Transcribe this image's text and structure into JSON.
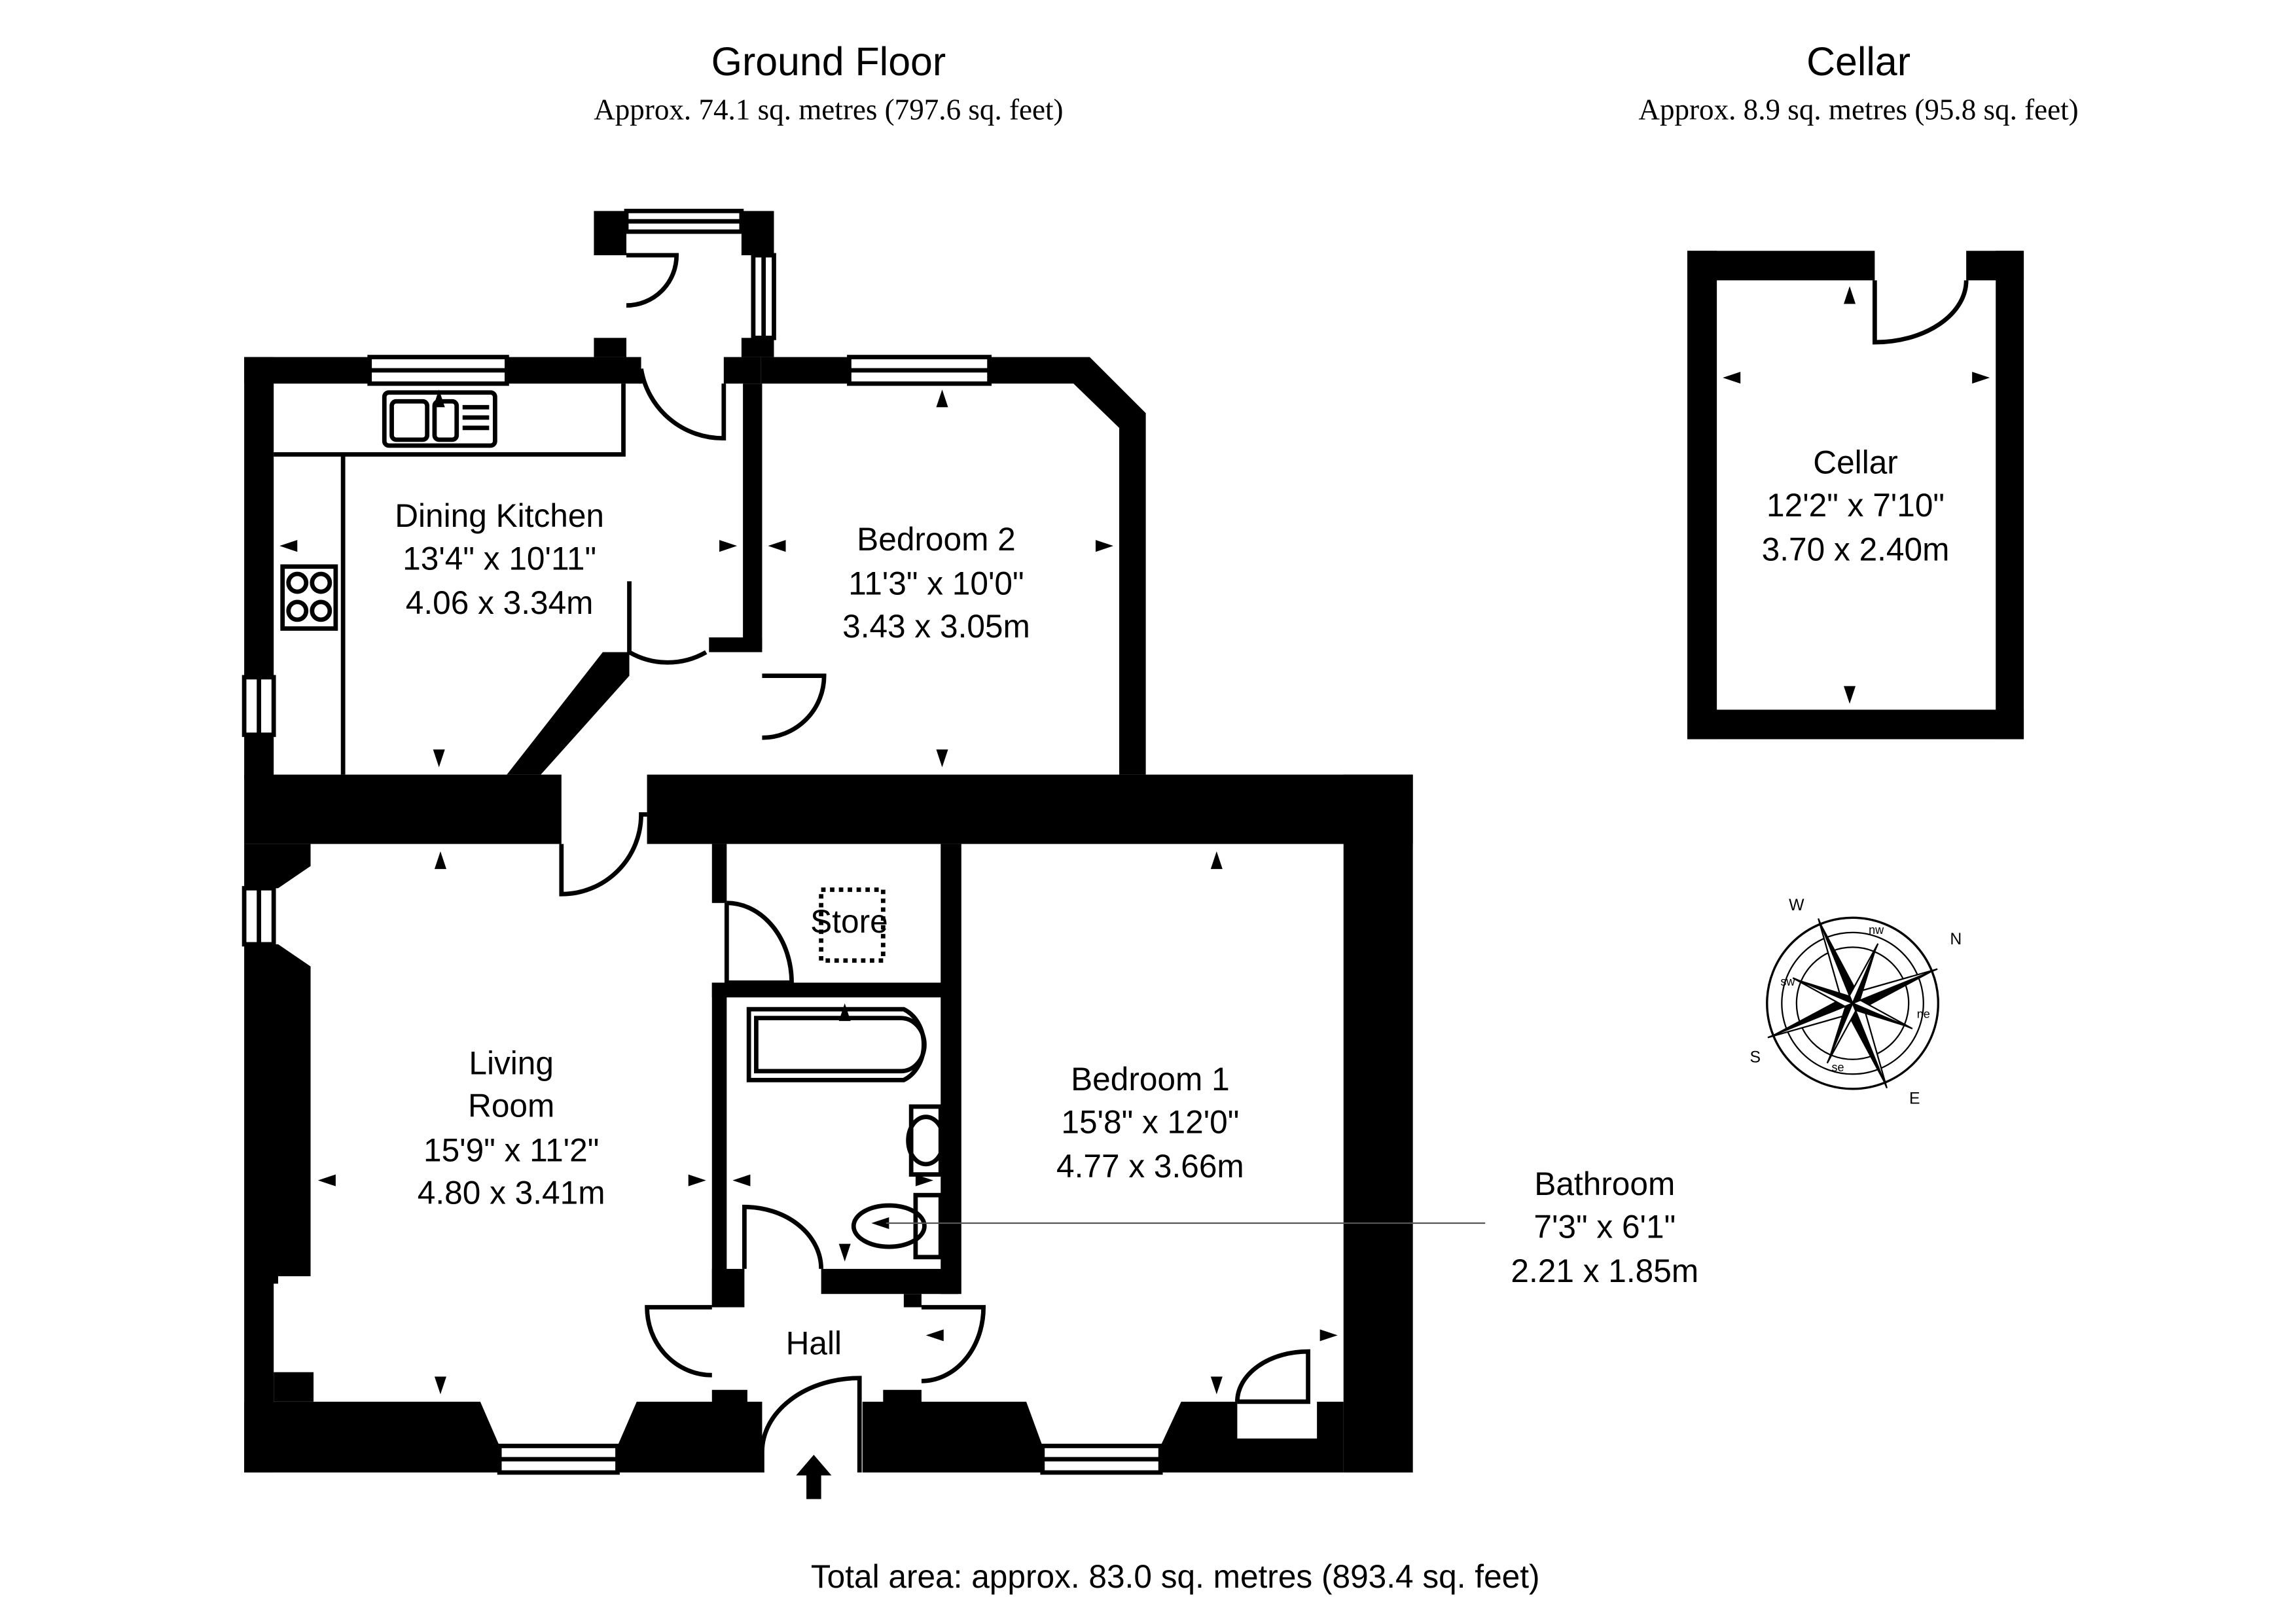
{
  "ground_floor": {
    "title": "Ground Floor",
    "area": "Approx. 74.1 sq. metres (797.6 sq. feet)"
  },
  "cellar_floor": {
    "title": "Cellar",
    "area": "Approx. 8.9 sq. metres (95.8 sq. feet)"
  },
  "rooms": {
    "dining_kitchen": {
      "name": "Dining Kitchen",
      "imperial": "13'4\" x 10'11\"",
      "metric": "4.06 x 3.34m"
    },
    "bedroom2": {
      "name": "Bedroom 2",
      "imperial": "11'3\" x 10'0\"",
      "metric": "3.43 x 3.05m"
    },
    "store": {
      "name": "Store"
    },
    "living_room": {
      "name_line1": "Living",
      "name_line2": "Room",
      "imperial": "15'9\" x 11'2\"",
      "metric": "4.80 x 3.41m"
    },
    "bedroom1": {
      "name": "Bedroom 1",
      "imperial": "15'8\" x 12'0\"",
      "metric": "4.77 x 3.66m"
    },
    "bathroom": {
      "name": "Bathroom",
      "imperial": "7'3\" x 6'1\"",
      "metric": "2.21 x 1.85m"
    },
    "hall": {
      "name": "Hall"
    },
    "cellar": {
      "name": "Cellar",
      "imperial": "12'2\" x 7'10\"",
      "metric": "3.70 x 2.40m"
    }
  },
  "compass": {
    "letters": [
      "W",
      "N",
      "E",
      "S"
    ],
    "small": [
      "nw",
      "ne",
      "se",
      "sw"
    ]
  },
  "total_area": "Total area: approx. 83.0 sq. metres (893.4 sq. feet)"
}
